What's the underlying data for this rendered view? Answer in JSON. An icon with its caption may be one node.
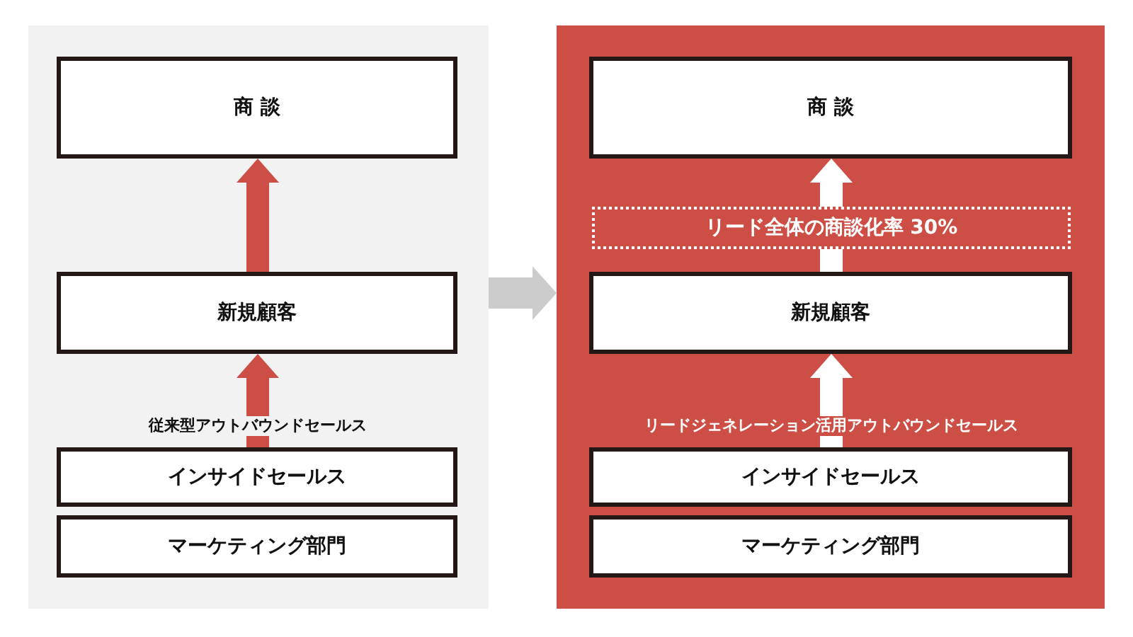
{
  "diagram": {
    "nodes": [
      {
        "text": [],
        "shape": "box"
      },
      {
        "text": [
          "商 談"
        ],
        "in": 0
      },
      {
        "text": [
          "新規顧客"
        ],
        "in": 0
      },
      {
        "text": [
          "インサイドセールス"
        ],
        "in": 0
      },
      {
        "text": [
          "マーケティング部門"
        ],
        "in": 0
      },
      {
        "text": [],
        "shape": "box"
      },
      {
        "text": [
          "商 談"
        ],
        "in": 5
      },
      {
        "text": [
          "リード全体の商談化率 30%"
        ],
        "in": 5
      },
      {
        "text": [
          "新規顧客"
        ],
        "in": 5
      },
      {
        "text": [
          "インサイドセールス"
        ],
        "in": 5
      },
      {
        "text": [
          "マーケティング部門"
        ],
        "in": 5
      }
    ],
    "edges": [
      {
        "from": 0,
        "to": 5,
        "arrow": "to",
        "color": "#cccccc"
      },
      {
        "from": 3,
        "to": 2,
        "arrow": "to",
        "label": "従来型アウトバウンドセールス",
        "color": "#cc4e45"
      },
      {
        "from": 2,
        "to": 1,
        "arrow": "to",
        "color": "#cc4e45"
      },
      {
        "from": 9,
        "to": 8,
        "arrow": "to",
        "label": "リードジェネレーション活用アウトバウンドセールス",
        "color": "#ffffff"
      },
      {
        "from": 8,
        "to": 7,
        "arrow": "none",
        "color": "#ffffff"
      },
      {
        "from": 7,
        "to": 6,
        "arrow": "to",
        "color": "#ffffff"
      }
    ]
  }
}
